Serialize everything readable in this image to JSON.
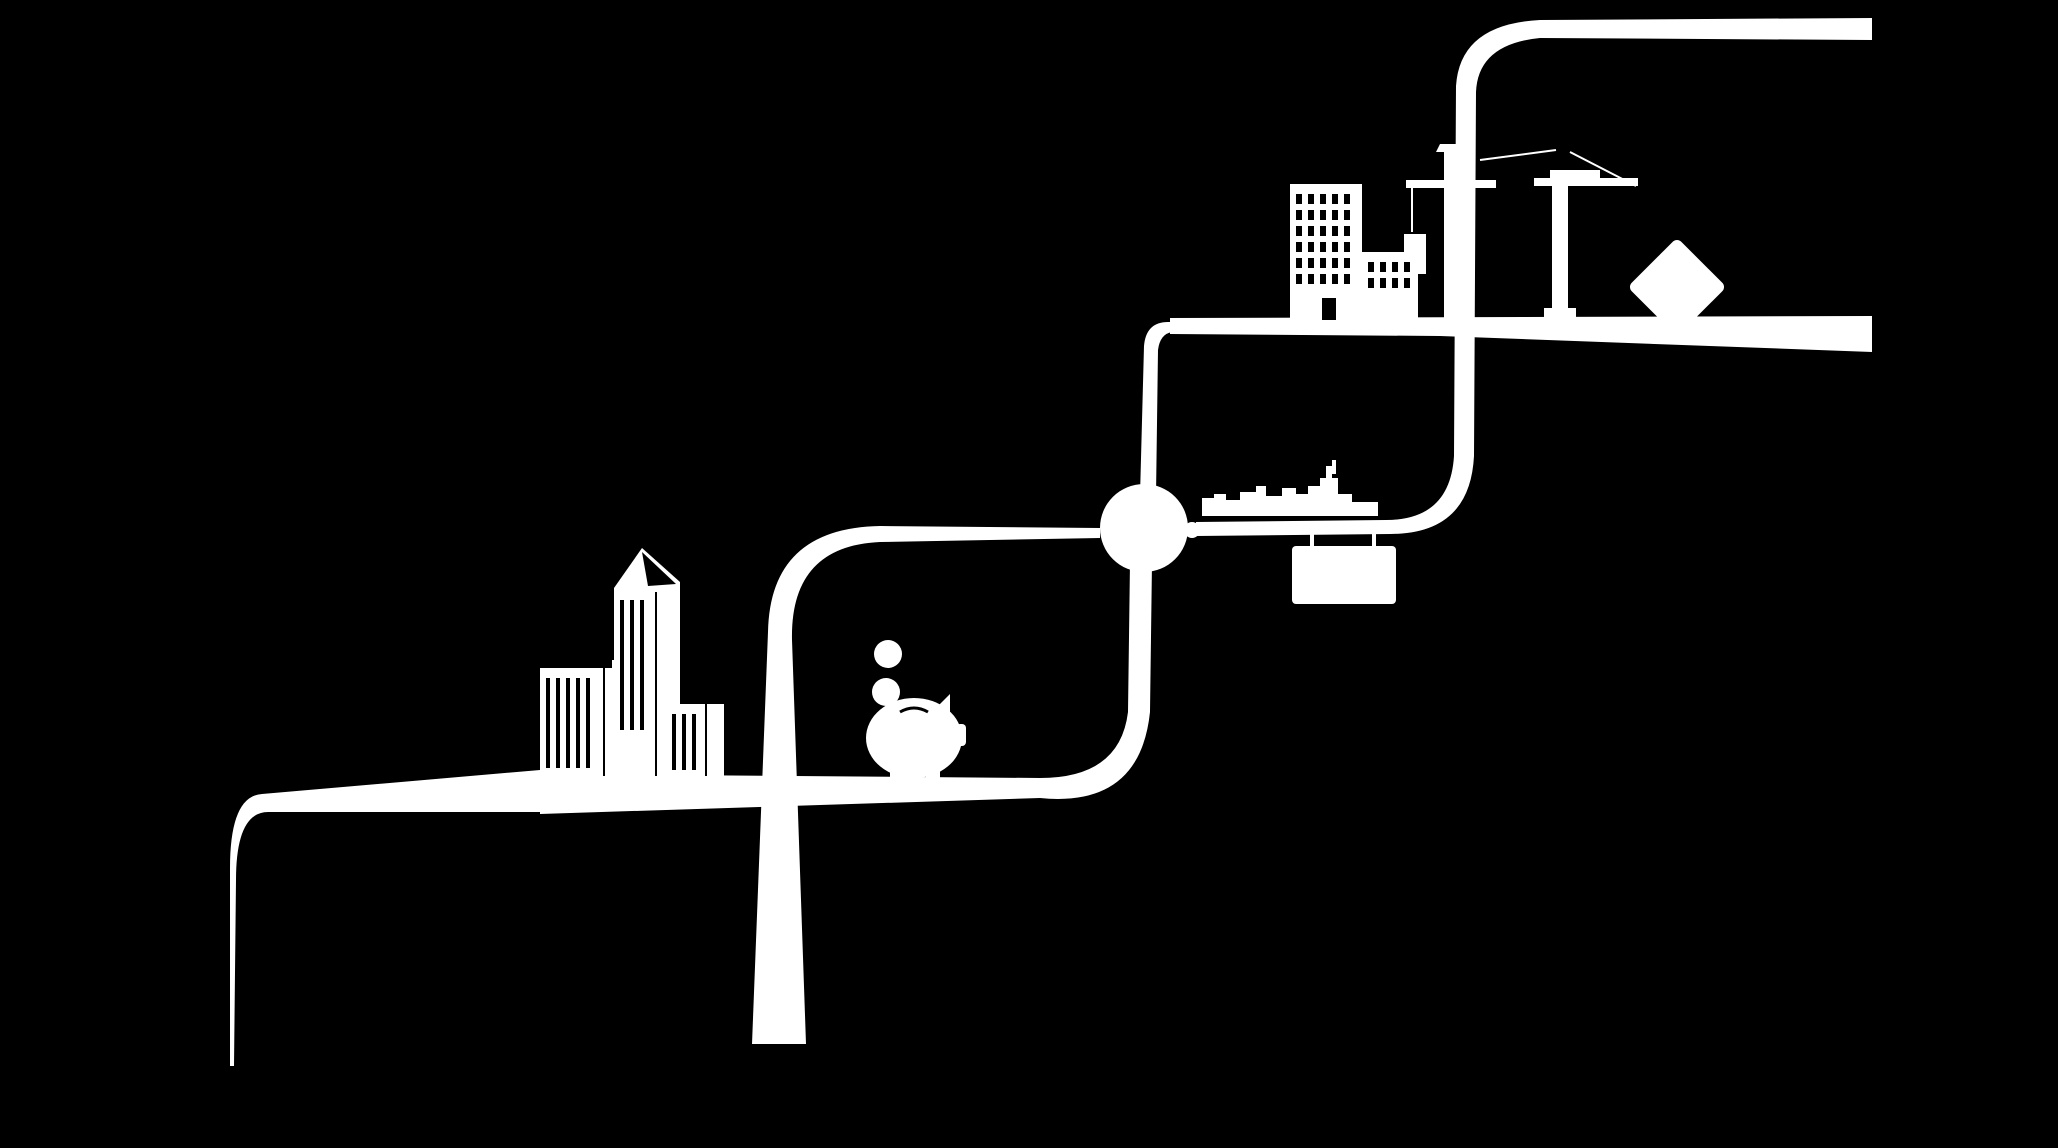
{
  "diagram": {
    "background_color": "#000000",
    "foreground_color": "#ffffff",
    "elements": [
      {
        "name": "pipe-network",
        "kind": "flow pipes"
      },
      {
        "name": "skyscraper-cluster-icon",
        "kind": "city skyline"
      },
      {
        "name": "piggy-bank-icon",
        "kind": "savings"
      },
      {
        "name": "coin-icon",
        "kind": "coins"
      },
      {
        "name": "junction-node",
        "kind": "pipe junction"
      },
      {
        "name": "distant-skyline-icon",
        "kind": "city skyline"
      },
      {
        "name": "hanging-sign-icon",
        "kind": "blank sign"
      },
      {
        "name": "office-building-icon",
        "kind": "building"
      },
      {
        "name": "construction-crane-icon",
        "kind": "construction"
      },
      {
        "name": "diamond-sign-icon",
        "kind": "road sign"
      }
    ]
  }
}
